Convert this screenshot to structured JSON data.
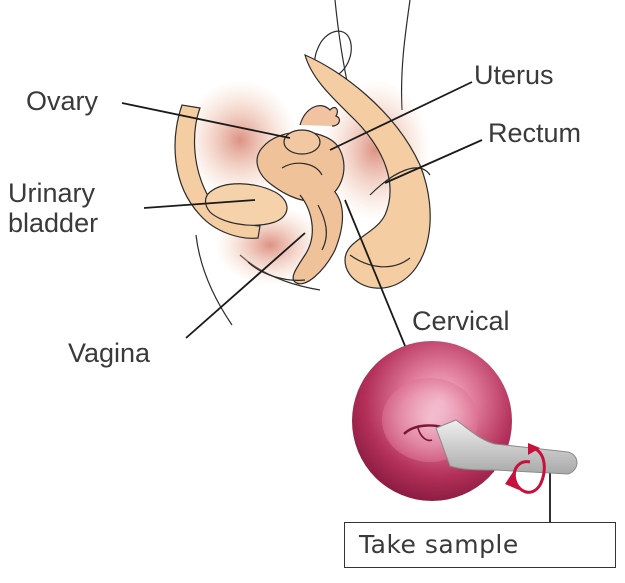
{
  "labels": {
    "ovary": "Ovary",
    "uterus": "Uterus",
    "rectum": "Rectum",
    "urinary_bladder": "Urinary\nbladder",
    "vagina": "Vagina",
    "cervical": "Cervical"
  },
  "callout": {
    "take_sample": "Take sample"
  },
  "colors": {
    "tissue": "#f5cfa6",
    "tissue_dark": "#e8a987",
    "blush": "#d98c7d",
    "cervix_outer": "#b8325a",
    "cervix_inner": "#e88aa8",
    "spatula": "#c9c9c9",
    "rotation_arrow": "#c8103c",
    "line": "#1a1a1a"
  }
}
